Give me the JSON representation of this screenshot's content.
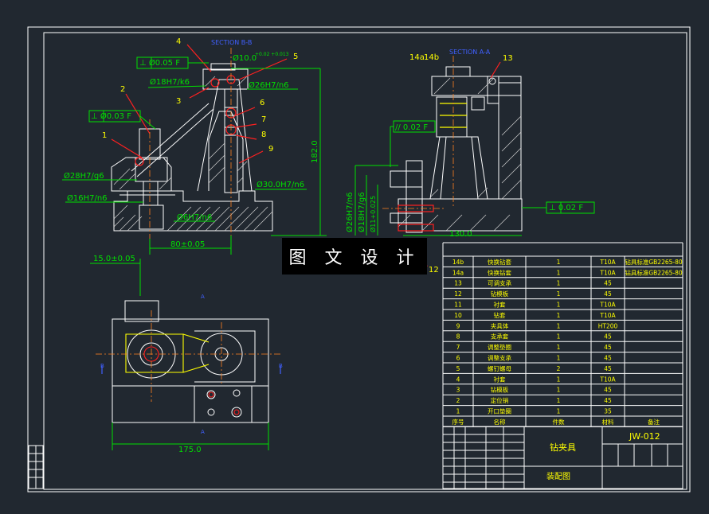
{
  "colors": {
    "background": "#212830",
    "frame": "#ffffff",
    "part": "#ffffff",
    "hatch": "#d8d8d8",
    "dimension": "#00e000",
    "leader": "#ff2020",
    "title_text": "#ffff00",
    "centerline": "#ff8020",
    "highlight": "#ffff00",
    "section_label": "#4060ff"
  },
  "banner": "图 文 设 计",
  "front_view": {
    "section_label": "SECTION B-B",
    "dims": {
      "d_05": "⊥ Ø0.05 F",
      "d_10": "Ø10.0",
      "d_10_tol": "+0.02 +0.013",
      "d_18": "Ø18H7/k6",
      "d_26": "Ø26H7/n6",
      "d_03": "⊥ Ø0.03 F",
      "d_28": "Ø28H7/g6",
      "d_16": "Ø16H7/n6",
      "d_30": "Ø30.0H7/n6",
      "d_6": "Ø6H7/n6",
      "d_80": "80±0.05",
      "d_15": "15.0±0.05",
      "d_182": "182.0"
    },
    "balloons": [
      "4",
      "5",
      "2",
      "3",
      "6",
      "1",
      "7",
      "8",
      "9"
    ]
  },
  "side_view": {
    "section_label": "SECTION A-A",
    "balloons": [
      "14a",
      "14b",
      "13",
      "12"
    ],
    "dims": {
      "par": "// 0.02 F",
      "perp": "⊥ 0.02 F",
      "d_26": "Ø26H7/n6",
      "d_18": "Ø18H7/g6",
      "d_11": "Ø11+0.025",
      "d_130": "130.0"
    }
  },
  "top_view": {
    "dim_175": "175.0",
    "marks": [
      "A",
      "B",
      "B",
      "A"
    ]
  },
  "bom": {
    "rows": [
      [
        "14b",
        "快换钻套",
        "1",
        "T10A",
        "钻具标准GB2265-80"
      ],
      [
        "14a",
        "快换钻套",
        "1",
        "T10A",
        "钻具标准GB2265-80"
      ],
      [
        "13",
        "可调支承",
        "1",
        "45",
        ""
      ],
      [
        "12",
        "钻模板",
        "1",
        "45",
        ""
      ],
      [
        "11",
        "衬套",
        "1",
        "T10A",
        ""
      ],
      [
        "10",
        "钻套",
        "1",
        "T10A",
        ""
      ],
      [
        "9",
        "夹具体",
        "1",
        "HT200",
        ""
      ],
      [
        "8",
        "支承套",
        "1",
        "45",
        ""
      ],
      [
        "7",
        "调整垫圈",
        "1",
        "45",
        ""
      ],
      [
        "6",
        "调整支承",
        "1",
        "45",
        ""
      ],
      [
        "5",
        "螺钉螺母",
        "2",
        "45",
        ""
      ],
      [
        "4",
        "衬套",
        "1",
        "T10A",
        ""
      ],
      [
        "3",
        "钻模板",
        "1",
        "45",
        ""
      ],
      [
        "2",
        "定位销",
        "1",
        "45",
        ""
      ],
      [
        "1",
        "开口垫圈",
        "1",
        "35",
        ""
      ]
    ],
    "header": [
      "序号",
      "名称",
      "件数",
      "材料",
      "备注"
    ]
  },
  "title_block": {
    "drawing_no": "JW-012",
    "name": "钻夹具",
    "view_name": "装配图"
  }
}
